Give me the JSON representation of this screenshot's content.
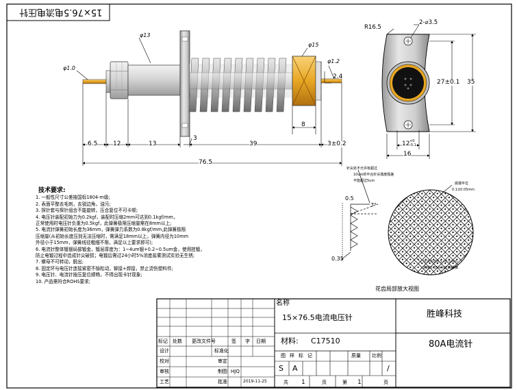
{
  "drawing": {
    "top_label": "15×76.5电流电压针",
    "diameters": {
      "d1": "φ1.0",
      "d13": "φ13",
      "d15": "φ15",
      "d12": "φ1.2"
    },
    "dims_bottom": [
      "6.5",
      "12",
      "13",
      "3",
      "39",
      "3±0.2",
      "76.5"
    ],
    "dim_8": "8",
    "dim_2_4": "2.4",
    "end_view": {
      "r": "R16.5",
      "holes": "2-⌀3.5",
      "height": "27±0.1",
      "outer": "35",
      "w1": "12",
      "w1_tol": "+0\n-0.1",
      "w1_tol_upper": "+0",
      "w1_tol_lower": "-0.1",
      "w2": "16"
    },
    "tip_detail": {
      "note_top_1": "针尖处不允许有超过",
      "note_top_2": "10um的平台针尖端度极差",
      "note_top_3": "不能超过5um",
      "dim_05": "0.5",
      "angle": "7°",
      "dim_035": "0.35",
      "bottom_flat_1": "底端平位",
      "bottom_flat_2": "0.1±0.05mm",
      "tip_dim_1": "针尖为长0.5×0.5mm",
      "tip_dim_2": "高度0.35mm正四棱锥",
      "caption": "花齿局部放大视图"
    }
  },
  "tech_requirements": {
    "heading": "技术要求:",
    "items": [
      "1. 一般性尺寸公差按国标1804-m级;",
      "2. 表面平整去毛刺，去锐边角，油污;",
      "3. 探针套与探针组合不能旋转，压合复位不可卡顿;",
      "4. 电压针装配初始力为0.2kgf，装配时压缩2mm可达到0.1kgf/mm，",
      "    正常使用时电压针负重为0.5kgf，此弹簧极限压缩量需在8mm以上;",
      "5. 电流针弹簧初始长度为36mm，弹簧弹力系数为0.8kgf/mm,此弹簧极限",
      "    压缩量(从初始长度压到无法压缩时，需满足18mm以上，弹簧内径为10mm",
      "    外径小于15mm，弹簧线径粗细不限，满足以上要求即可);",
      "6. 电流针整体镀银局部镀金，镀层厚度为：1~4um银+0.2~0.5um金，使用挂镀，",
      "    防止电镀过程中造成针尖破损；电镀后需过24小时5%浓度盐雾测试实验无生锈;",
      "7. 螺母不可转动，脱出;",
      "8. 固定环与电压针连接紧密不愉松动，铆接+焊接，禁止烫伤塑料件;",
      "9. 电压针、电流针按压复位顺畅，不得出现卡针现象;",
      "10. 产品需符合ROHS要求;"
    ]
  },
  "title_block": {
    "name_label": "名称",
    "name_value": "15×76.5电流电压针",
    "company": "胜峰科技",
    "material_label": "材料:",
    "material_value": "C17510",
    "part_name": "80A电流针",
    "rev_headers": [
      "标记",
      "处数",
      "更改文件号",
      "签",
      "字",
      "日期"
    ],
    "rows": [
      {
        "label": "设计",
        "mid": "标准化"
      },
      {
        "label": "校对",
        "mid": "审定"
      },
      {
        "label": "审核",
        "mid": "制图",
        "drafter": "HJQ"
      },
      {
        "label": "工艺",
        "mid": "批准",
        "date": "2019-11-25"
      }
    ],
    "stage_header": "图样标记",
    "weight_header": "质量",
    "scale_header": "比例",
    "stage_cells": [
      "S",
      "A"
    ],
    "scale_value": "/",
    "total_label": "共",
    "total_value": "1",
    "page_label": "页",
    "sheet_label": "第",
    "sheet_value": "1",
    "sheet_unit": "页"
  },
  "colors": {
    "gold": "#e8a623",
    "copper": "#d9a441",
    "silver": "#c8c8c8",
    "spring": "#9a9a9a"
  }
}
